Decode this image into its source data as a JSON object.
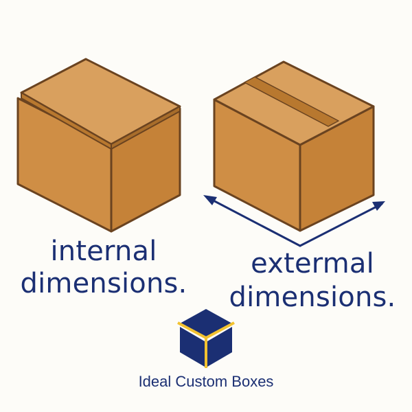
{
  "captions": {
    "internal": [
      "internal",
      "dimensions."
    ],
    "external": [
      "extermal",
      "dimensions."
    ]
  },
  "brand": {
    "name": "Ideal Custom Boxes",
    "logo": "cube-logo-icon"
  },
  "colors": {
    "text": "#1b2f73",
    "cardboard_top": "#d9a05e",
    "cardboard_front": "#cf8e45",
    "cardboard_side": "#c58238",
    "outline": "#6a4320",
    "tape": "#b8782f",
    "logo_navy": "#1b2f73",
    "logo_gold": "#f2c230"
  }
}
